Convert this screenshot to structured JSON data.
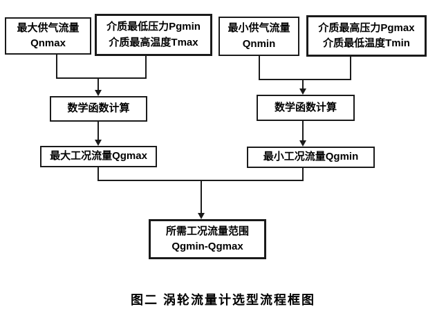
{
  "figure": {
    "caption": "图二  涡轮流量计选型流程框图"
  },
  "nodes": {
    "qnmax": {
      "line1": "最大供气流量",
      "line2": "Qnmax"
    },
    "pgmin_tmax": {
      "line1": "介质最低压力Pgmin",
      "line2": "介质最高温度Tmax"
    },
    "qnmin": {
      "line1": "最小供气流量",
      "line2": "Qnmin"
    },
    "pgmax_tmin": {
      "line1": "介质最高压力Pgmax",
      "line2": "介质最低温度Tmin"
    },
    "calc_left": {
      "line1": "数学函数计算"
    },
    "calc_right": {
      "line1": "数学函数计算"
    },
    "qgmax": {
      "line1": "最大工况流量Qgmax"
    },
    "qgmin": {
      "line1": "最小工况流量Qgmin"
    },
    "result": {
      "line1": "所需工况流量范围",
      "line2": "Qgmin-Qgmax"
    }
  },
  "colors": {
    "line": "#1a1a1a",
    "background": "#ffffff",
    "text": "#000000"
  }
}
